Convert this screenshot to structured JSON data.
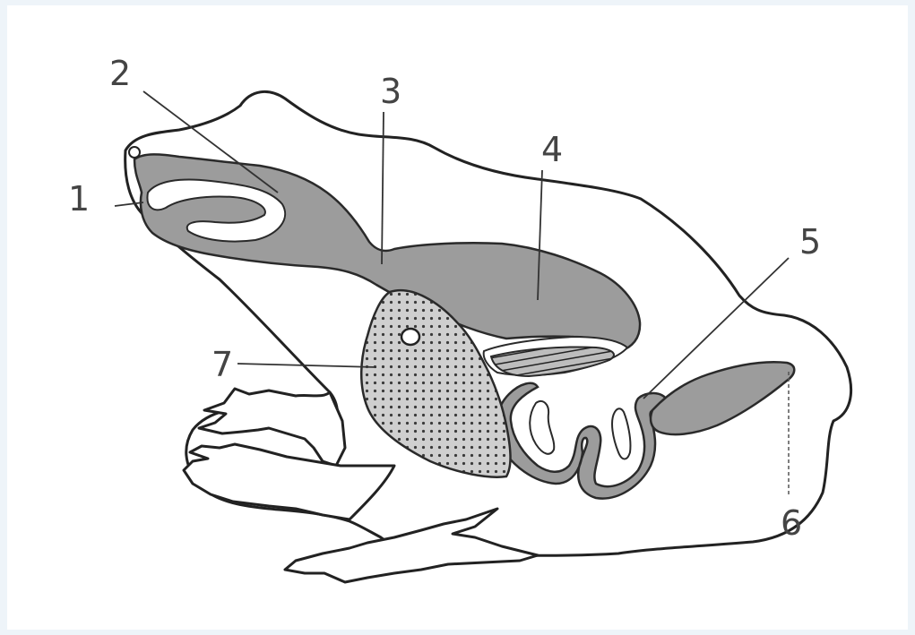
{
  "labels": {
    "l1": "1",
    "l2": "2",
    "l3": "3",
    "l4": "4",
    "l5": "5",
    "l6": "6",
    "l7": "7"
  },
  "colors": {
    "organ_fill": "#9c9c9c",
    "outline": "#222222",
    "background": "#eef4f9"
  }
}
